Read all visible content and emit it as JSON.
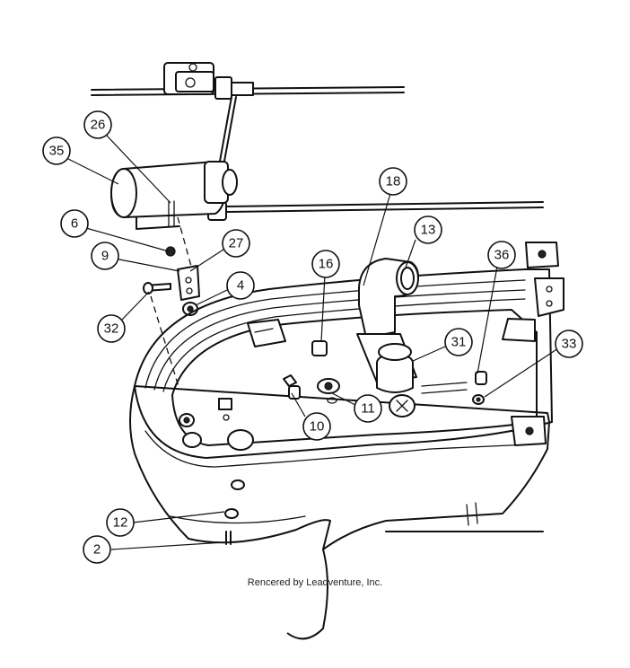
{
  "diagram": {
    "credit": "Rencered by Leadventure, Inc.",
    "callouts": [
      {
        "id": "c26",
        "label": "26"
      },
      {
        "id": "c35",
        "label": "35"
      },
      {
        "id": "c6",
        "label": "6"
      },
      {
        "id": "c27",
        "label": "27"
      },
      {
        "id": "c9",
        "label": "9"
      },
      {
        "id": "c4",
        "label": "4"
      },
      {
        "id": "c32",
        "label": "32"
      },
      {
        "id": "c18",
        "label": "18"
      },
      {
        "id": "c13",
        "label": "13"
      },
      {
        "id": "c36",
        "label": "36"
      },
      {
        "id": "c16",
        "label": "16"
      },
      {
        "id": "c31",
        "label": "31"
      },
      {
        "id": "c33",
        "label": "33"
      },
      {
        "id": "c10",
        "label": "10"
      },
      {
        "id": "c11",
        "label": "11"
      },
      {
        "id": "c12",
        "label": "12"
      },
      {
        "id": "c2",
        "label": "2"
      }
    ]
  }
}
